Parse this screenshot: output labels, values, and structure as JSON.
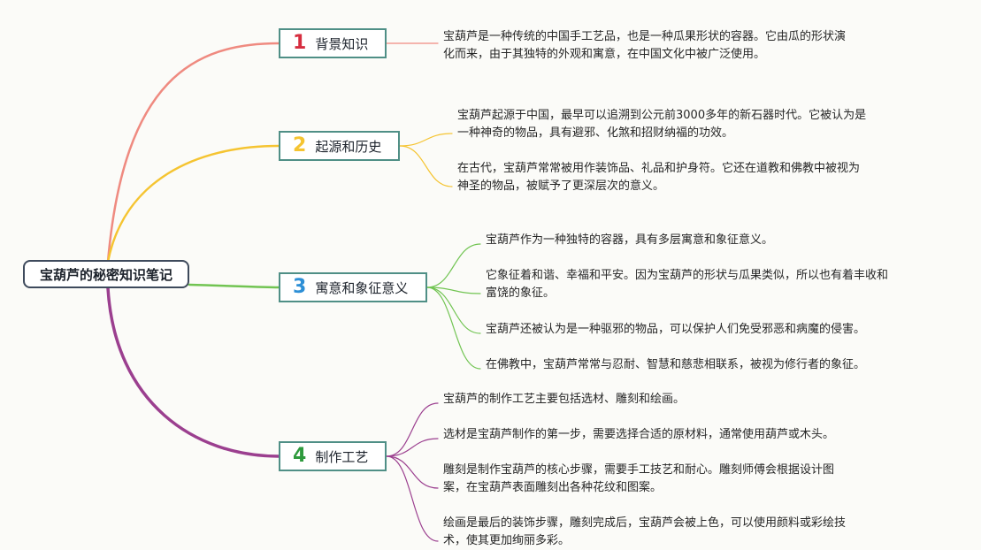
{
  "root": {
    "label": "宝葫芦的秘密知识笔记"
  },
  "branches": [
    {
      "number": "1",
      "label": "背景知识",
      "color": "#ef8a80",
      "number_color": "#d62d3f",
      "notes": [
        [
          "宝葫芦是一种传统的中国手工艺品，也是一种瓜果形状的容器。它由瓜的形状演",
          "化而来，由于其独特的外观和寓意，在中国文化中被广泛使用。"
        ]
      ]
    },
    {
      "number": "2",
      "label": "起源和历史",
      "color": "#f5c431",
      "number_color": "#f5c431",
      "notes": [
        [
          "宝葫芦起源于中国，最早可以追溯到公元前3000多年的新石器时代。它被认为是",
          "一种神奇的物品，具有避邪、化煞和招财纳福的功效。"
        ],
        [
          "在古代，宝葫芦常常被用作装饰品、礼品和护身符。它还在道教和佛教中被视为",
          "神圣的物品，被赋予了更深层次的意义。"
        ]
      ]
    },
    {
      "number": "3",
      "label": "寓意和象征意义",
      "color": "#71c452",
      "number_color": "#2d8fd6",
      "notes": [
        [
          "宝葫芦作为一种独特的容器，具有多层寓意和象征意义。"
        ],
        [
          "它象征着和谐、幸福和平安。因为宝葫芦的形状与瓜果类似，所以也有着丰收和",
          "富饶的象征。"
        ],
        [
          "宝葫芦还被认为是一种驱邪的物品，可以保护人们免受邪恶和病魔的侵害。"
        ],
        [
          "在佛教中，宝葫芦常常与忍耐、智慧和慈悲相联系，被视为修行者的象征。"
        ]
      ]
    },
    {
      "number": "4",
      "label": "制作工艺",
      "color": "#9b3f8f",
      "number_color": "#2e9a3d",
      "notes": [
        [
          "宝葫芦的制作工艺主要包括选材、雕刻和绘画。"
        ],
        [
          "选材是宝葫芦制作的第一步，需要选择合适的原材料，通常使用葫芦或木头。"
        ],
        [
          "雕刻是制作宝葫芦的核心步骤，需要手工技艺和耐心。雕刻师傅会根据设计图",
          "案，在宝葫芦表面雕刻出各种花纹和图案。"
        ],
        [
          "绘画是最后的装饰步骤，雕刻完成后，宝葫芦会被上色，可以使用颜料或彩绘技",
          "术，使其更加绚丽多彩。"
        ]
      ]
    }
  ]
}
